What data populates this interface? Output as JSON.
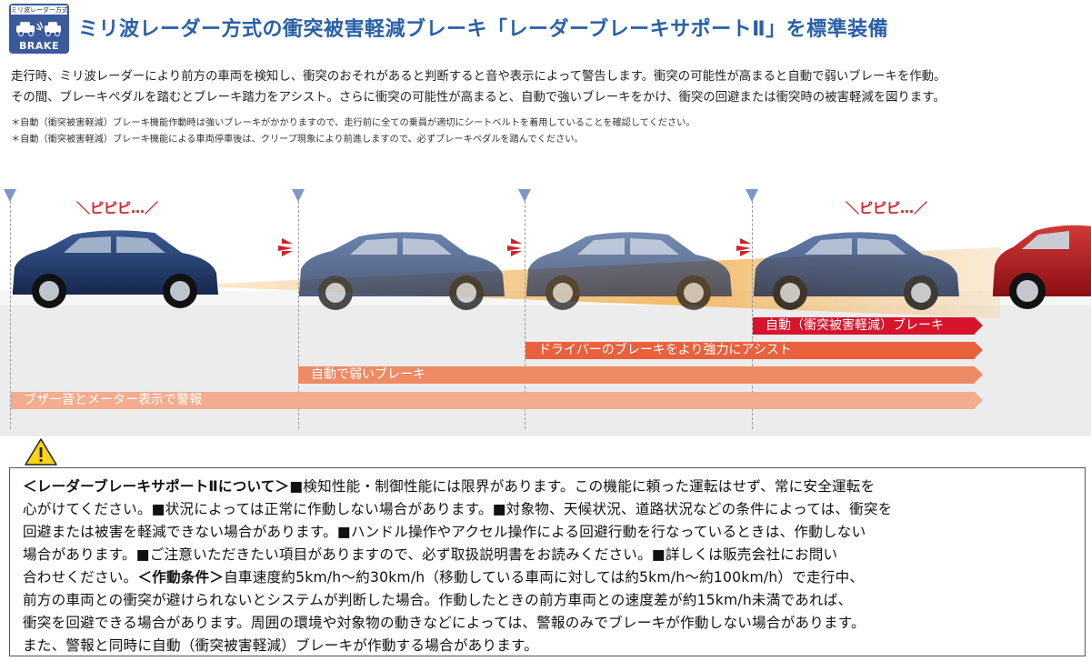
{
  "badge": {
    "top_label": "ミリ波レーダー方式",
    "bottom_label": "BRAKE"
  },
  "title": "ミリ波レーダー方式の衝突被害軽減ブレーキ「レーダーブレーキサポートⅡ」を標準装備",
  "description": [
    "走行時、ミリ波レーダーにより前方の車両を検知し、衝突のおそれがあると判断すると音や表示によって警告します。衝突の可能性が高まると自動で弱いブレーキを作動。",
    "その間、ブレーキペダルを踏むとブレーキ踏力をアシスト。さらに衝突の可能性が高まると、自動で強いブレーキをかけ、衝突の回避または衝突時の被害軽減を図ります。"
  ],
  "notes": [
    "＊自動（衝突被害軽減）ブレーキ機能作動時は強いブレーキがかかりますので、走行前に全ての乗員が適切にシートベルトを着用していることを確認してください。",
    "＊自動（衝突被害軽減）ブレーキ機能による車両停車後は、クリープ現象により前進しますので、必ずブレーキペダルを踏んでください。"
  ],
  "diagram": {
    "beep_1": "＼ピピピ…／",
    "beep_2": "＼ピピピ…／",
    "stages": {
      "auto_brake": "自動（衝突被害軽減）ブレーキ",
      "brake_assist": "ドライバーのブレーキをより強力にアシスト",
      "weak_brake": "自動で弱いブレーキ",
      "buzzer_warning": "ブザー音とメーター表示で警報"
    },
    "colors": {
      "blue_car": "#1f3566",
      "red_car": "#b3141e",
      "auto_brake": "#d8142c",
      "brake_assist": "#e8603c",
      "weak_brake": "#ee8a64",
      "buzzer_warning": "#f4ac8e",
      "detection_beam": "#f0a63a"
    }
  },
  "warning": {
    "icon": "warning-triangle-icon",
    "lines": [
      {
        "bold": "＜レーダーブレーキサポートⅡについて＞",
        "text": "■検知性能・制御性能には限界があります。この機能に頼った運転はせず、常に安全運転を"
      },
      {
        "bold": "",
        "text": "心がけてください。■状況によっては正常に作動しない場合があります。■対象物、天候状況、道路状況などの条件によっては、衝突を"
      },
      {
        "bold": "",
        "text": "回避または被害を軽減できない場合があります。■ハンドル操作やアクセル操作による回避行動を行なっているときは、作動しない"
      },
      {
        "bold": "",
        "text": "場合があります。■ご注意いただきたい項目がありますので、必ず取扱説明書をお読みください。■詳しくは販売会社にお問い"
      },
      {
        "bold": "",
        "text": "合わせください。",
        "bold2": "＜作動条件＞",
        "text2": "自車速度約5km/h～約30km/h（移動している車両に対しては約5km/h～約100km/h）で走行中、"
      },
      {
        "bold": "",
        "text": "前方の車両との衝突が避けられないとシステムが判断した場合。作動したときの前方車両との速度差が約15km/h未満であれば、"
      },
      {
        "bold": "",
        "text": "衝突を回避できる場合があります。周囲の環境や対象物の動きなどによっては、警報のみでブレーキが作動しない場合があります。"
      },
      {
        "bold": "",
        "text": "また、警報と同時に自動（衝突被害軽減）ブレーキが作動する場合があります。"
      }
    ]
  }
}
